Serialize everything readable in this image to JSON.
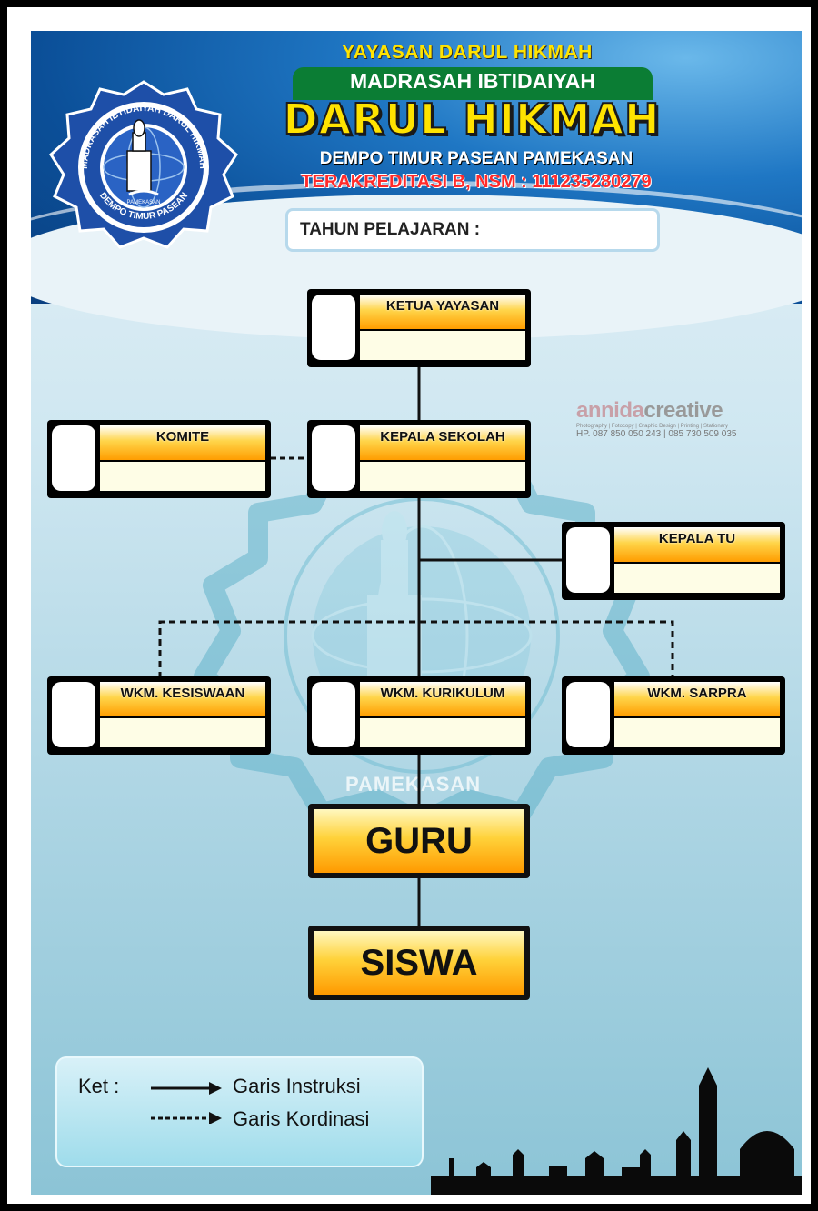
{
  "header": {
    "yayasan": "YAYASAN DARUL HIKMAH",
    "madrasah": "MADRASAH IBTIDAIYAH",
    "school_name": "DARUL HIKMAH",
    "address": "DEMPO TIMUR PASEAN PAMEKASAN",
    "accreditation": "TERAKREDITASI B, NSM : 111235280279",
    "year_label": "TAHUN PELAJARAN :"
  },
  "logo": {
    "ring_text_top": "MADRASAH IBTIDAIYAH DARUL HIKMAH",
    "ring_text_bottom": "DEMPO TIMUR PASEAN",
    "center_text": "PAMEKASAN"
  },
  "org_chart": {
    "ketua_yayasan": "KETUA YAYASAN",
    "komite": "KOMITE",
    "kepala_sekolah": "KEPALA SEKOLAH",
    "kepala_tu": "KEPALA TU",
    "wkm_kesiswaan": "WKM. KESISWAAN",
    "wkm_kurikulum": "WKM. KURIKULUM",
    "wkm_sarpra": "WKM. SARPRA",
    "guru": "GURU",
    "siswa": "SISWA"
  },
  "background_text": "PAMEKASAN",
  "watermark": {
    "brand_a": "annida",
    "brand_b": "creative",
    "tagline": "Photography | Fotocopy | Graphic Design | Printing | Stationary",
    "phone": "HP. 087 850 050 243 | 085 730 509 035"
  },
  "legend": {
    "label": "Ket :",
    "instruction": "Garis Instruksi",
    "coordination": "Garis Kordinasi"
  },
  "colors": {
    "header_blue": "#0b4f98",
    "title_yellow": "#ffe300",
    "accreditation_red": "#ff2b2b",
    "box_orange": "#ff9d00",
    "madrasah_green": "#0b7d34"
  }
}
